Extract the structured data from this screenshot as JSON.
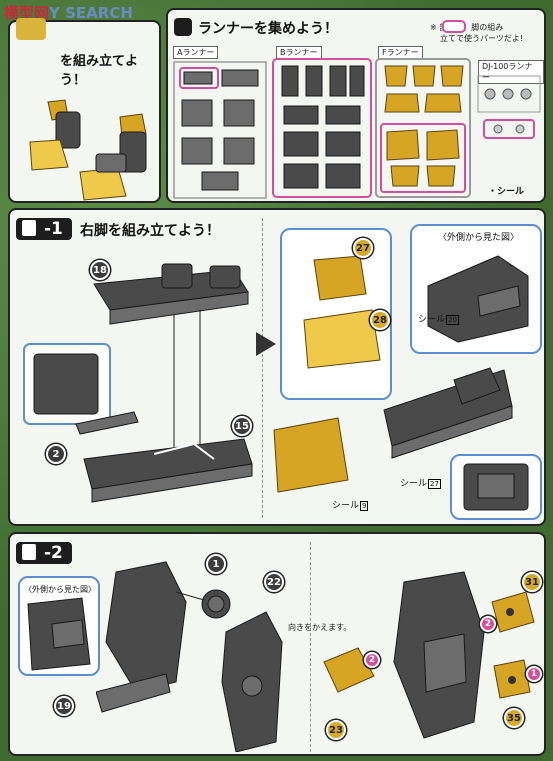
{
  "watermark": {
    "prefix": "模型网",
    "text": "SEARCH",
    "mid": "Y"
  },
  "intro": {
    "title": "を組み立てよう！"
  },
  "runners": {
    "title": "ランナーを集めよう！",
    "labels": [
      "Aランナー",
      "Bランナー",
      "Fランナー",
      "DJ-100ランナー"
    ],
    "note_line1": "※ 部分は、脚の組み",
    "note_line2": "立てで使うパーツだよ!",
    "seal": "・シール"
  },
  "step1": {
    "badge": "-1",
    "title": "右脚を組み立てよう！",
    "side_view": "〈外側から見た図〉",
    "stickers": [
      "シール",
      "シール",
      "シール"
    ],
    "sticker_nums": [
      "20",
      "27",
      "9"
    ],
    "parts": [
      "18",
      "2",
      "15",
      "27",
      "28"
    ]
  },
  "step2": {
    "badge": "-2",
    "side_view": "〈外側から見た図〉",
    "turn_note": "向きをかえます。",
    "parts": [
      "1",
      "22",
      "19",
      "2",
      "23",
      "31",
      "2",
      "1",
      "35"
    ]
  }
}
